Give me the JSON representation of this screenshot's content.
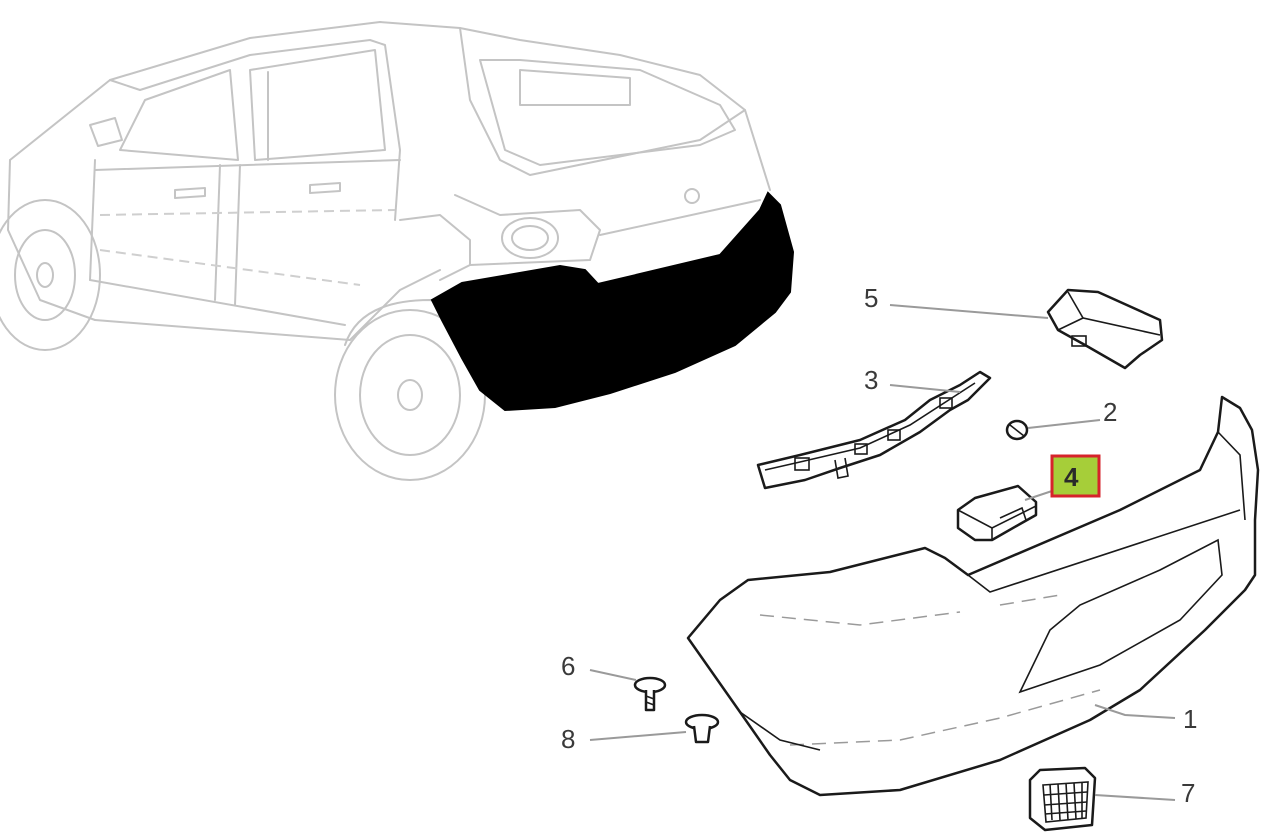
{
  "callouts": [
    {
      "id": "1",
      "label": "1",
      "highlighted": false
    },
    {
      "id": "2",
      "label": "2",
      "highlighted": false
    },
    {
      "id": "3",
      "label": "3",
      "highlighted": false
    },
    {
      "id": "4",
      "label": "4",
      "highlighted": true
    },
    {
      "id": "5",
      "label": "5",
      "highlighted": false
    },
    {
      "id": "6",
      "label": "6",
      "highlighted": false
    },
    {
      "id": "7",
      "label": "7",
      "highlighted": false
    },
    {
      "id": "8",
      "label": "8",
      "highlighted": false
    }
  ],
  "colors": {
    "highlight_fill": "#a6ce39",
    "highlight_border": "#d6232b",
    "bumper_zone": "#000000",
    "car_outline": "#c4c4c4",
    "part_outline": "#1a1a1a",
    "leader_line": "#9a9a9a"
  }
}
